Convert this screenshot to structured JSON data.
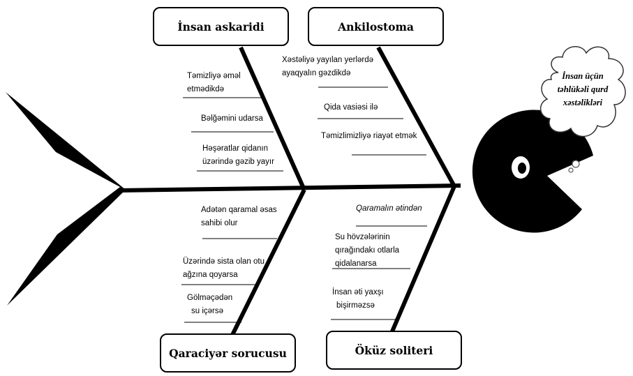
{
  "head_label": "İnsan üçün təhlükəli qurd xəstəlikləri",
  "categories": [
    {
      "title": "İnsan askaridi",
      "causes": [
        {
          "lines": [
            "Təmizliyə əməl",
            "etmədikdə"
          ],
          "italic": false
        },
        {
          "lines": [
            "Bəlğəmini udarsa"
          ],
          "italic": false
        },
        {
          "lines": [
            "Həşəratlar qidanın",
            "üzərində gəzib yayır"
          ],
          "italic": false
        }
      ]
    },
    {
      "title": "Ankilostoma",
      "causes": [
        {
          "lines": [
            "Xəstəliyə yayılan yerlərdə",
            "ayaqyalın gəzdikdə"
          ],
          "italic": false
        },
        {
          "lines": [
            "Qida vasiəsi ilə"
          ],
          "italic": false
        },
        {
          "lines": [
            "Təmizlimizliyə riayət etmək"
          ],
          "italic": false
        }
      ]
    },
    {
      "title": "Qaraciyər sorucusu",
      "causes": [
        {
          "lines": [
            "Adətən qaramal əsas",
            "sahibi olur"
          ],
          "italic": false
        },
        {
          "lines": [
            "Üzərində sista olan otu",
            "ağzına qoyarsa"
          ],
          "italic": false
        },
        {
          "lines": [
            "Gölməçədən",
            "su içərsə"
          ],
          "italic": false
        }
      ]
    },
    {
      "title": "Öküz soliteri",
      "causes": [
        {
          "lines": [
            "Qaramalın ətindən"
          ],
          "italic": true
        },
        {
          "lines": [
            "Su hövzələrinin",
            "qırağındakı otlarla",
            "qidalanarsa"
          ],
          "italic": false
        },
        {
          "lines": [
            "İnsan əti yaxşı",
            "bişirməzsə"
          ],
          "italic": false
        }
      ]
    }
  ]
}
